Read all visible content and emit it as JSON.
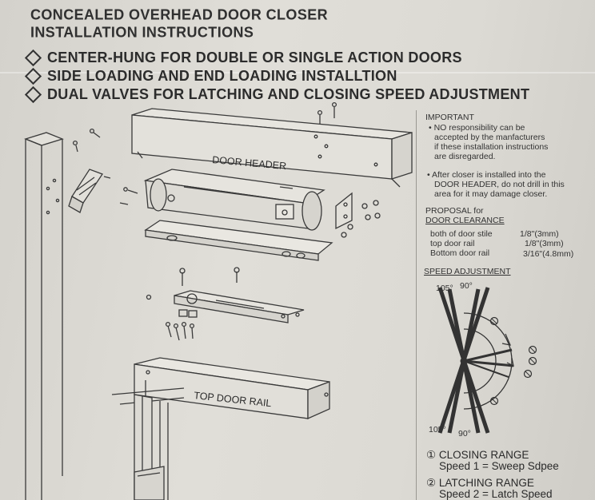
{
  "header": {
    "title_line1": "CONCEALED OVERHEAD DOOR CLOSER",
    "title_line2": "INSTALLATION INSTRUCTIONS"
  },
  "features": [
    "CENTER-HUNG FOR DOUBLE OR SINGLE ACTION DOORS",
    "SIDE LOADING AND END LOADING INSTALLTION",
    "DUAL VALVES FOR LATCHING AND CLOSING SPEED ADJUSTMENT"
  ],
  "diagram": {
    "door_header_label": "DOOR HEADER",
    "top_door_rail_label": "TOP DOOR RAIL"
  },
  "important": {
    "heading": "IMPORTANT",
    "note1_lines": [
      "• NO responsibility can be",
      "accepted by the manfacturers",
      "if these installation instructions",
      "are disregarded."
    ],
    "note2_lines": [
      "• After closer is installed into the",
      "DOOR HEADER, do not drill in this",
      "area for it may damage closer."
    ]
  },
  "proposal": {
    "heading_line1": "PROPOSAL for",
    "heading_line2": "DOOR CLEARANCE",
    "rows": [
      {
        "label": "both of door stile",
        "value": "1/8\"(3mm)"
      },
      {
        "label": "top door rail",
        "value": "1/8\"(3mm)"
      },
      {
        "label": "Bottom door rail",
        "value": "3/16\"(4.8mm)"
      }
    ]
  },
  "speed": {
    "heading": "SPEED ADJUSTMENT",
    "top_left_angle": "105°",
    "top_right_angle": "90°",
    "bottom_left_angle": "105°",
    "bottom_right_angle": "90°"
  },
  "ranges": [
    {
      "marker": "①",
      "title": "CLOSING RANGE",
      "detail": "Speed 1 = Sweep Sdpee"
    },
    {
      "marker": "②",
      "title": "LATCHING RANGE",
      "detail": "Speed 2 = Latch Speed"
    }
  ]
}
